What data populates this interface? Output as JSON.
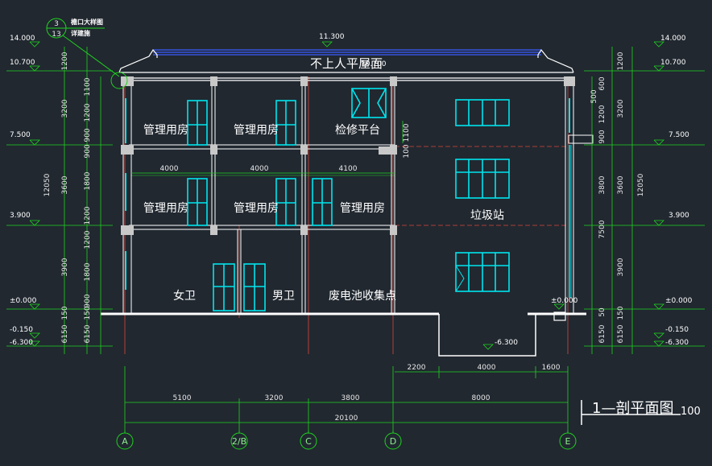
{
  "title": "1—剖平面图",
  "scale": "100",
  "roof_label": "不上人平屋面",
  "detail": {
    "top": "3",
    "bottom": "13",
    "note_line1": "檐口大样图",
    "note_line2": "详建施"
  },
  "rooms": {
    "r1": "管理用房",
    "r2": "管理用房",
    "r3": "检修平台",
    "r4": "管理用房",
    "r5": "管理用房",
    "r6": "管理用房",
    "r7": "女卫",
    "r8": "男卫",
    "r9": "废电池收集点",
    "r10": "垃圾站"
  },
  "levels_left": [
    "14.000",
    "10.700",
    "7.500",
    "3.900",
    "±0.000",
    "-0.150",
    "-6.300"
  ],
  "levels_right": [
    "14.000",
    "10.700",
    "7.500",
    "3.900",
    "±0.000",
    "-0.150",
    "-6.300"
  ],
  "level_top_center": "11.300",
  "level_roof_center": "10.700",
  "level_pit_right": "±0.000",
  "level_pit_bottom": "-6.300",
  "dims_left_a": [
    "1200",
    "3200",
    "3600",
    "3900",
    "150",
    "6150"
  ],
  "dims_left_total": "12050",
  "dims_left_b": [
    "1100",
    "1200",
    "900",
    "900",
    "1800",
    "1200",
    "1200",
    "1800",
    "900",
    "150",
    "6150"
  ],
  "dims_right_a": [
    "1200",
    "3200",
    "3600",
    "3900",
    "150",
    "6150"
  ],
  "dims_right_total": "12050",
  "dims_right_b": [
    "600",
    "500",
    "1200",
    "900",
    "3800",
    "7500",
    "50",
    "6150"
  ],
  "dims_mid": [
    "1100",
    "100"
  ],
  "room_widths": [
    "4000",
    "4000",
    "4100"
  ],
  "dims_pit": [
    "2200",
    "4000",
    "1600"
  ],
  "dims_axes": [
    "5100",
    "3200",
    "3800",
    "8000"
  ],
  "dims_total": "20100",
  "axes": [
    "A",
    "2/B",
    "C",
    "D",
    "E"
  ],
  "colors": {
    "background": "#212830",
    "wall": "#ffffff",
    "window": "#00e5ee",
    "dimension": "#1fd21f",
    "axis": "#d8463a",
    "roof": "#3a5cff",
    "text": "#ffffff"
  }
}
